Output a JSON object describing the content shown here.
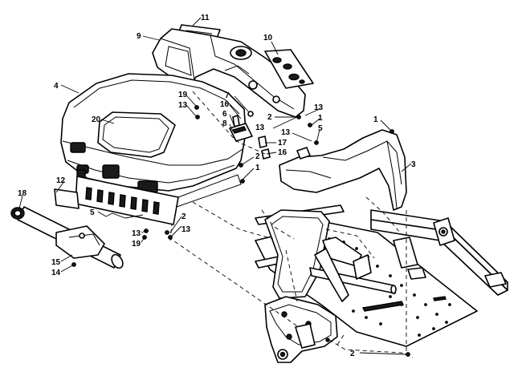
{
  "callouts": {
    "c1a": "1",
    "c1b": "1",
    "c1c": "1",
    "c2a": "2",
    "c2b": "2",
    "c2c": "2",
    "c2d": "2",
    "c3": "3",
    "c4": "4",
    "c5a": "5",
    "c5b": "5",
    "c6": "6",
    "c7": "7",
    "c8": "8",
    "c9": "9",
    "c10": "10",
    "c11": "11",
    "c12": "12",
    "c13a": "13",
    "c13b": "13",
    "c13c": "13",
    "c13d": "13",
    "c13e": "13",
    "c13f": "13",
    "c14": "14",
    "c15": "15",
    "c16a": "16",
    "c16b": "16",
    "c17": "17",
    "c18": "18",
    "c19a": "19",
    "c19b": "19",
    "c20": "20"
  }
}
